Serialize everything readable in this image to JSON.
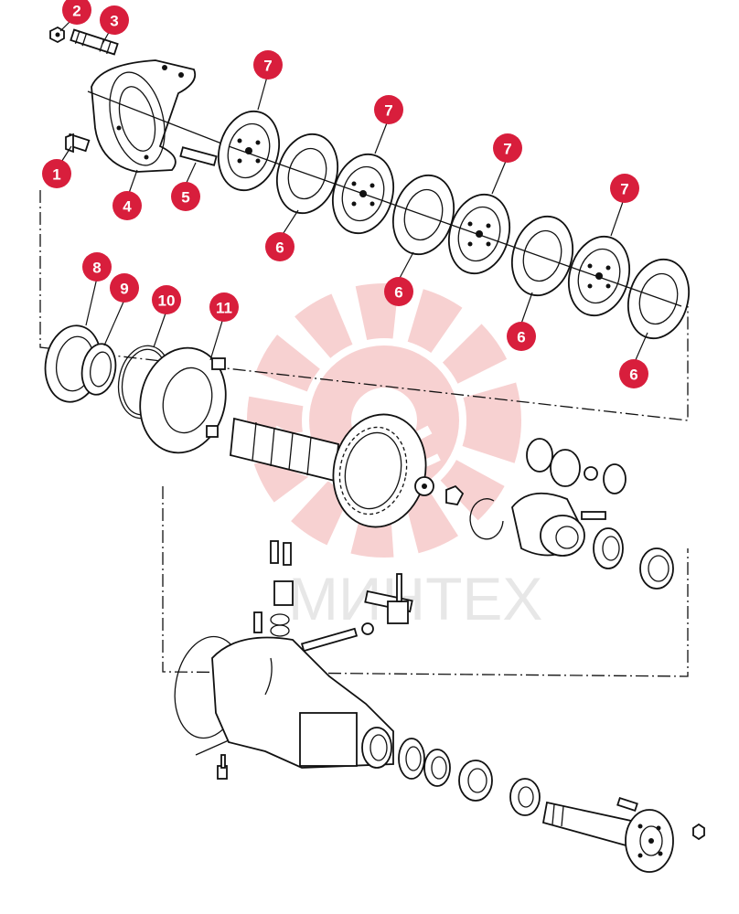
{
  "watermark": {
    "text": "МИНТЕХ",
    "color": "#f6c9c9"
  },
  "callout_color": "#d81e3c",
  "callouts": [
    {
      "id": "c2",
      "label": "2"
    },
    {
      "id": "c3",
      "label": "3"
    },
    {
      "id": "c1",
      "label": "1"
    },
    {
      "id": "c4",
      "label": "4"
    },
    {
      "id": "c5",
      "label": "5"
    },
    {
      "id": "c7a",
      "label": "7"
    },
    {
      "id": "c7b",
      "label": "7"
    },
    {
      "id": "c7c",
      "label": "7"
    },
    {
      "id": "c7d",
      "label": "7"
    },
    {
      "id": "c6a",
      "label": "6"
    },
    {
      "id": "c6b",
      "label": "6"
    },
    {
      "id": "c6c",
      "label": "6"
    },
    {
      "id": "c6d",
      "label": "6"
    },
    {
      "id": "c8",
      "label": "8"
    },
    {
      "id": "c9",
      "label": "9"
    },
    {
      "id": "c10",
      "label": "10"
    },
    {
      "id": "c11",
      "label": "11"
    }
  ]
}
